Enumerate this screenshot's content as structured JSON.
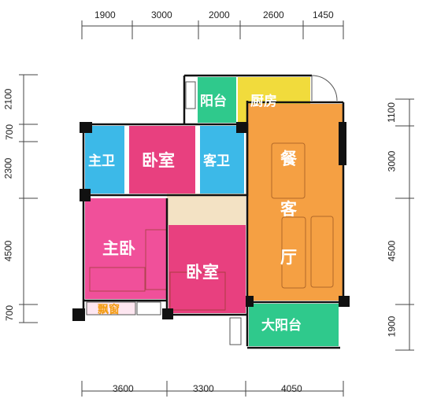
{
  "dimensions": {
    "top": [
      "1900",
      "3000",
      "2000",
      "2600",
      "1450"
    ],
    "bottom": [
      "3600",
      "3300",
      "4050"
    ],
    "left": [
      "2100",
      "700",
      "2300",
      "4500",
      "700"
    ],
    "right": [
      "1100",
      "3000",
      "4500",
      "1900"
    ]
  },
  "rooms": {
    "balcony_small": "阳台",
    "kitchen": "厨房",
    "master_bath": "主卫",
    "bedroom_1": "卧室",
    "guest_bath": "客卫",
    "dining_char": "餐",
    "living_char_1": "客",
    "living_char_2": "厅",
    "master_bedroom": "主卧",
    "bedroom_2": "卧室",
    "bay_window": "飘窗",
    "big_balcony": "大阳台"
  },
  "colors": {
    "living": "#f5a043",
    "balcony": "#2fc98c",
    "kitchen": "#f1db3c",
    "bath": "#3cb9e8",
    "bedroom": "#e8407f",
    "master": "#f0509a",
    "corridor": "#f3e2c4",
    "wall": "#111111"
  }
}
